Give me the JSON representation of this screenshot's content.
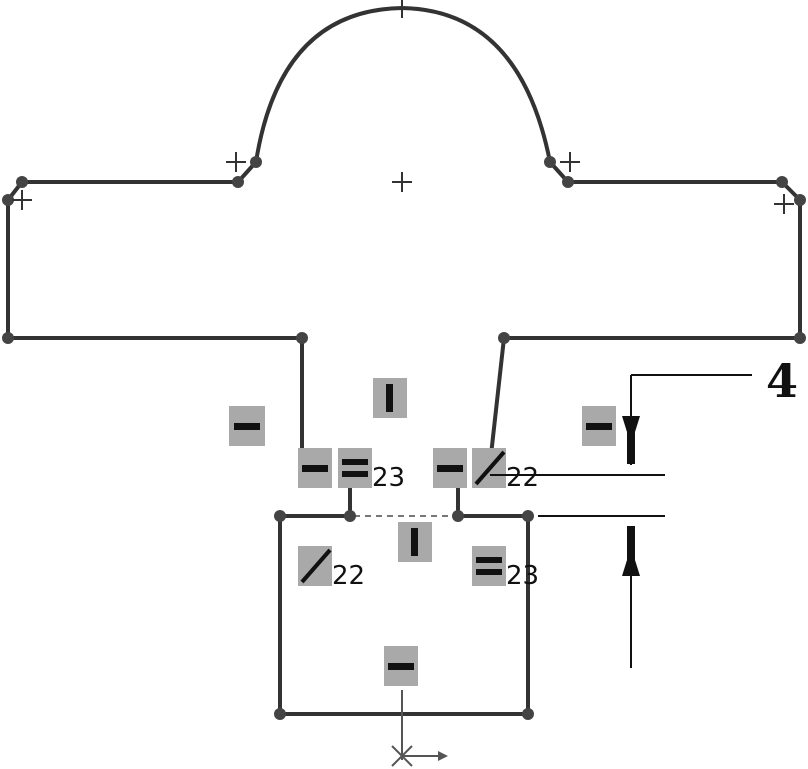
{
  "colors": {
    "sketch_line": "#333333",
    "vertex": "#444444",
    "relation_badge": "#a9a9a9",
    "dimension": "#111111",
    "background": "#ffffff"
  },
  "dimension": {
    "value": "4"
  },
  "relations": {
    "equal_left": "23",
    "parallel_right": "22",
    "parallel_lower": "22",
    "equal_lower": "23"
  },
  "icons": {
    "horizontal": "horizontal-relation-icon",
    "vertical": "vertical-relation-icon",
    "equal": "equal-relation-icon",
    "parallel": "parallel-relation-icon",
    "center_mark": "arc-center-icon",
    "origin": "origin-icon"
  }
}
